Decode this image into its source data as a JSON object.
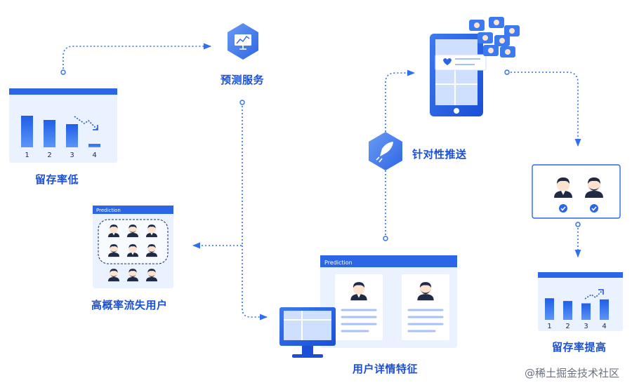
{
  "nodes": {
    "low_retention": {
      "label": "留存率低"
    },
    "prediction_service": {
      "label": "预测服务"
    },
    "high_churn_users": {
      "label": "高概率流失用户",
      "panel_title": "Prediction"
    },
    "targeted_push": {
      "label": "针对性推送"
    },
    "user_details": {
      "label": "用户详情特征",
      "panel_title": "Prediction"
    },
    "retention_improved": {
      "label": "留存率提高"
    }
  },
  "low_chart": {
    "categories": [
      "1",
      "2",
      "3",
      "4"
    ],
    "values": [
      0.75,
      0.65,
      0.55,
      0.08
    ],
    "trend": "down"
  },
  "high_chart": {
    "categories": [
      "1",
      "2",
      "3",
      "4"
    ],
    "values": [
      0.55,
      0.48,
      0.42,
      0.52
    ],
    "trend": "up"
  },
  "colors": {
    "primary": "#1a4fd6",
    "bar": "#2f6ff0",
    "panel_bg": "#eaf1ff",
    "panel_header": "#2a66e6",
    "connector": "#2f6ff0",
    "hexagon": "#4d86f0"
  },
  "watermark": "@稀土掘金技术社区"
}
